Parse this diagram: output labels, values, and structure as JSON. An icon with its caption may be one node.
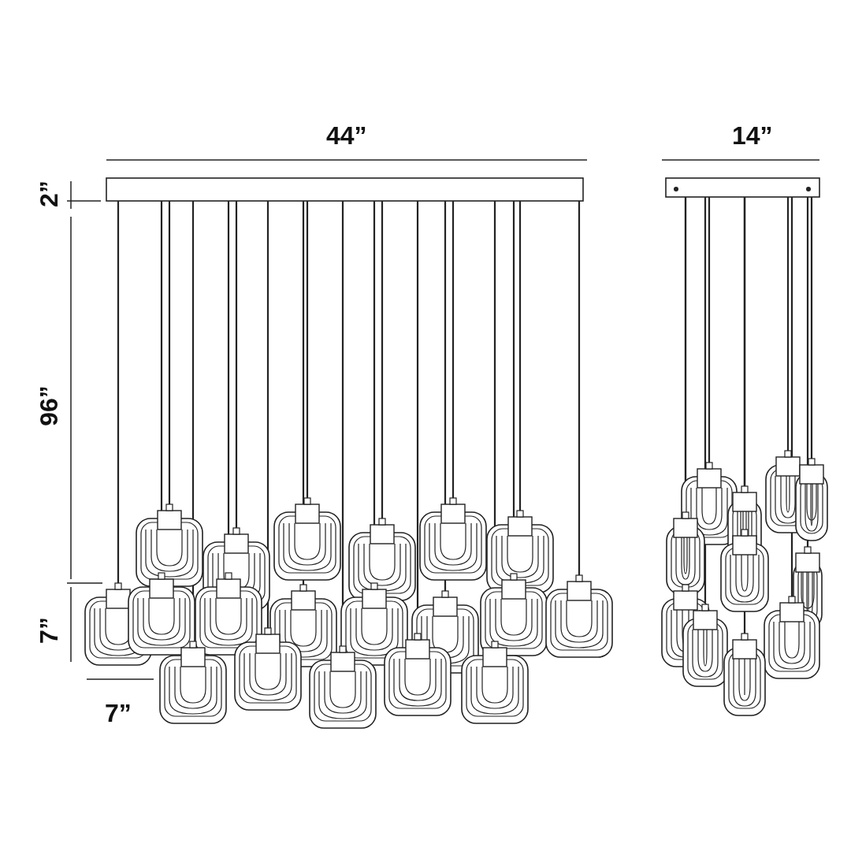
{
  "diagram": {
    "labels": [
      "44”",
      "14”",
      "2”",
      "96”",
      "7”",
      "7”"
    ]
  }
}
